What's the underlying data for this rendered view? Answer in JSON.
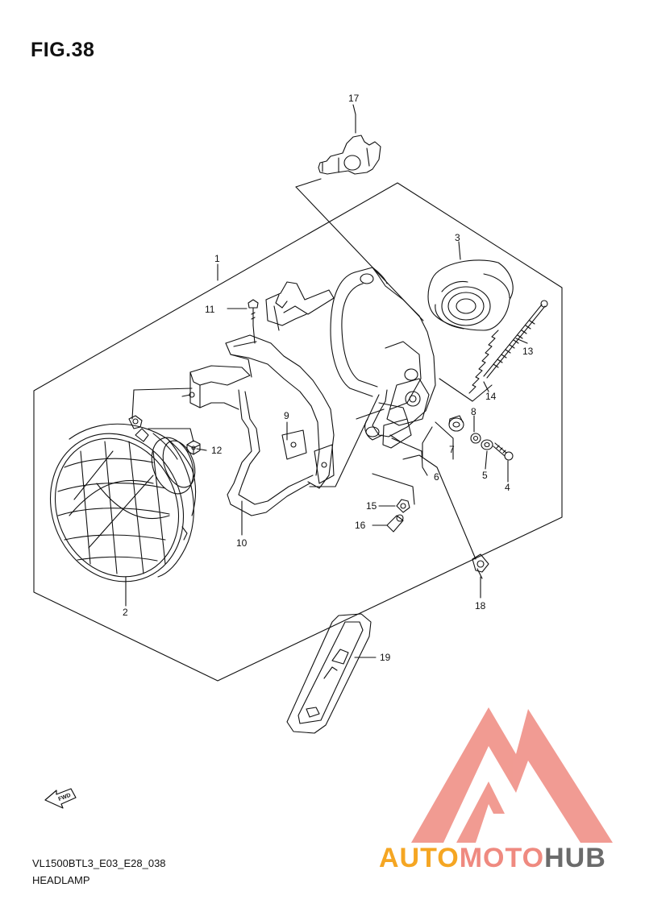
{
  "figure": {
    "title": "FIG.38"
  },
  "callouts": [
    "1",
    "2",
    "3",
    "4",
    "5",
    "6",
    "7",
    "8",
    "9",
    "10",
    "11",
    "12",
    "13",
    "14",
    "15",
    "16",
    "17",
    "18",
    "19"
  ],
  "forward_arrow": {
    "label": "FWD"
  },
  "footer": {
    "code": "VL1500BTL3_E03_E28_038",
    "name": "HEADLAMP"
  },
  "watermark": {
    "parts": [
      "AUTO",
      "MOTO",
      "HUB"
    ],
    "colors": {
      "auto": "#f5a623",
      "moto": "#ef8a80",
      "hub": "#6b6b6b",
      "logo": "#ef8a80"
    }
  }
}
